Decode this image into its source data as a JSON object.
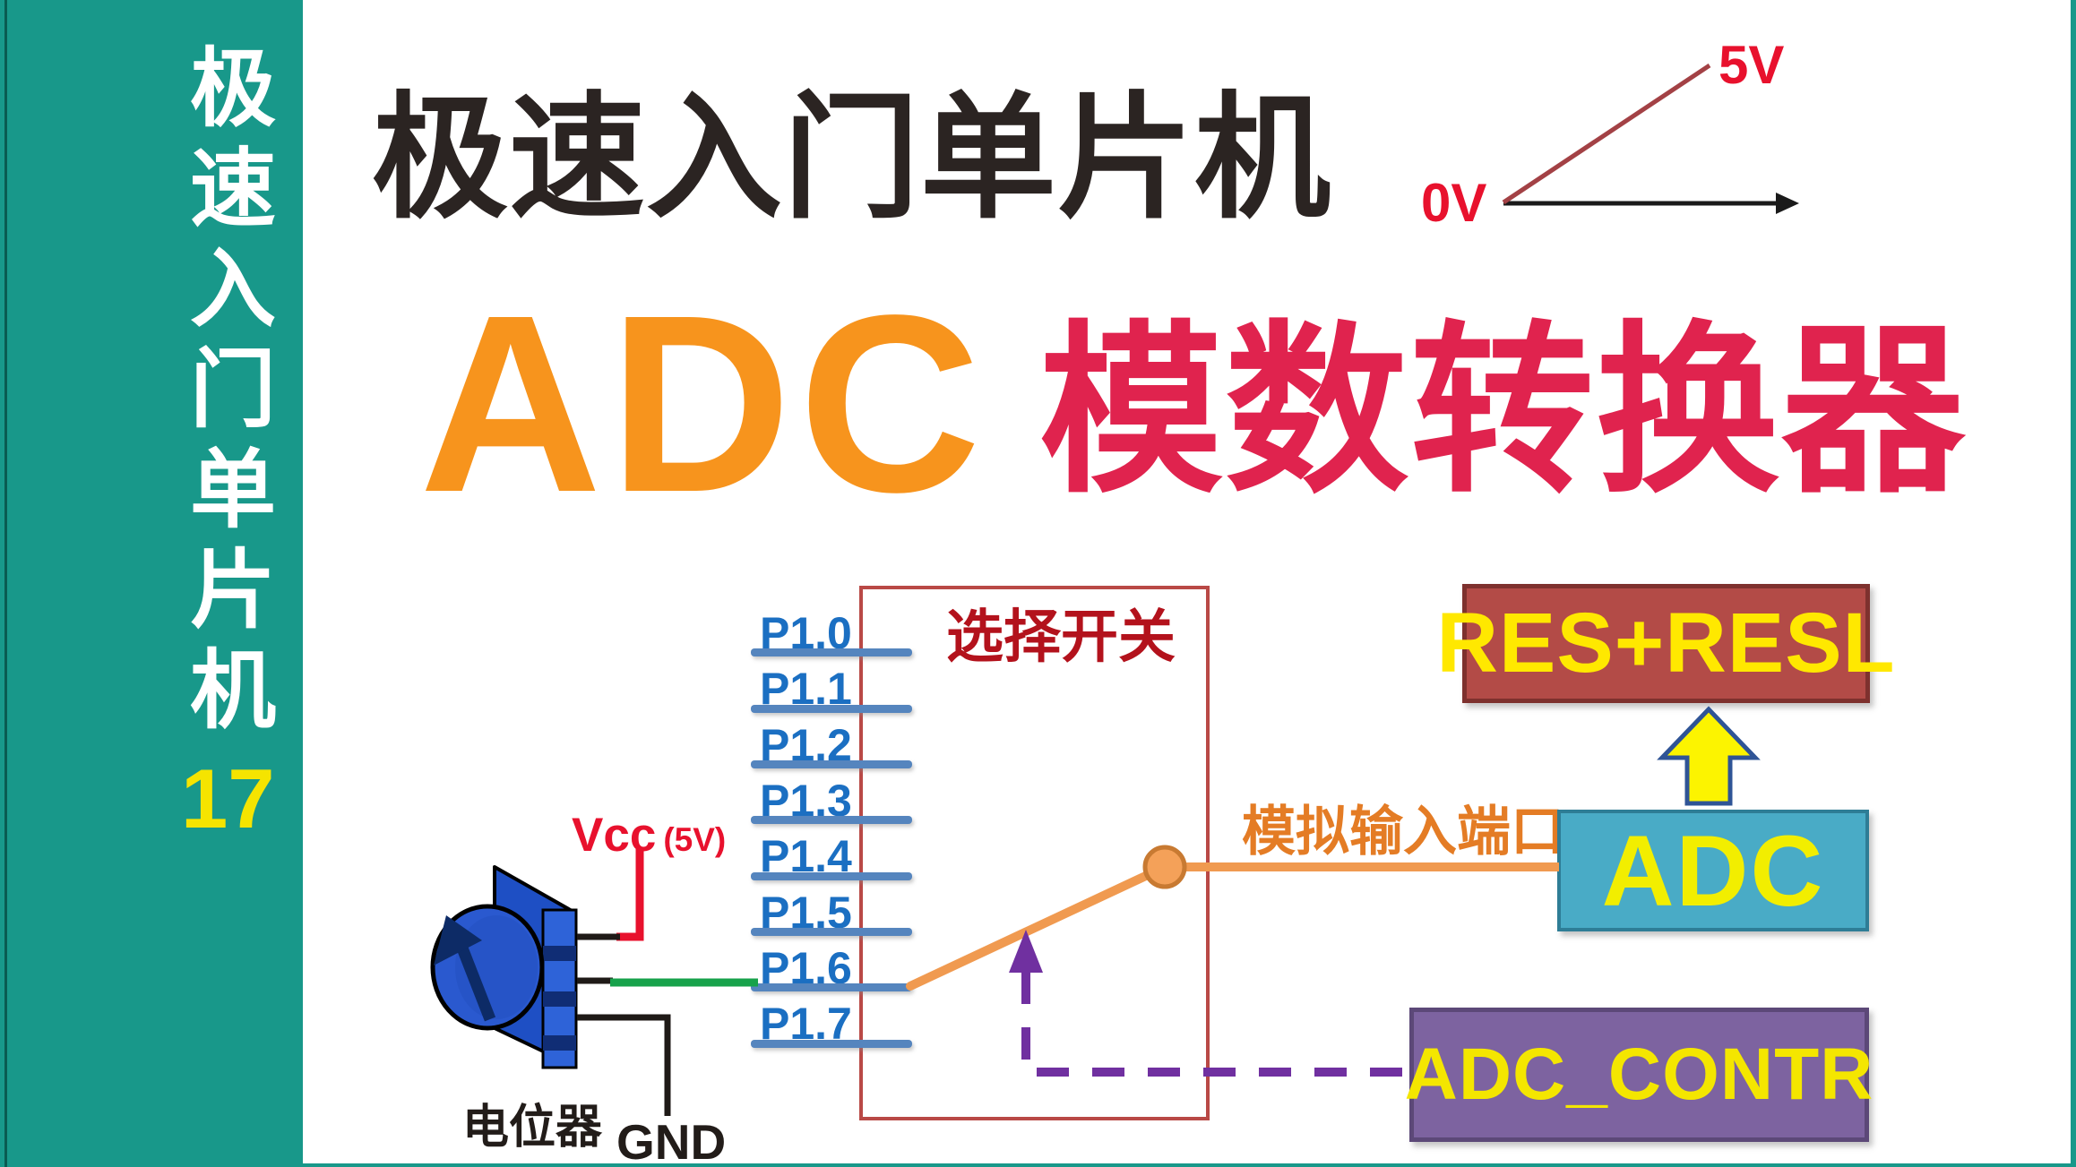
{
  "sidebar": {
    "vertical_title": "极速入门单片机",
    "chars": [
      "极",
      "速",
      "入",
      "门",
      "单",
      "片",
      "机"
    ],
    "episode": "17"
  },
  "header": {
    "course_title": "极速入门单片机",
    "main_title_en": "ADC",
    "main_title_zh": "模数转换器"
  },
  "voltage_chart": {
    "type": "line",
    "min_label": "0V",
    "max_label": "5V",
    "description": "analog voltage ramp from 0V to 5V"
  },
  "diagram": {
    "switch_label": "选择开关",
    "pins": [
      "P1.0",
      "P1.1",
      "P1.2",
      "P1.3",
      "P1.4",
      "P1.5",
      "P1.6",
      "P1.7"
    ],
    "selected_pin": "P1.6",
    "analog_input_label": "模拟输入端口",
    "vcc_label": "Vcc",
    "vcc_paren": "(5V)",
    "pot_label": "电位器",
    "gnd_label": "GND"
  },
  "blocks": {
    "result": "RES+RESL",
    "adc": "ADC",
    "control": "ADC_CONTR"
  },
  "colors": {
    "sidebar_teal": "#18988A",
    "episode_yellow": "#F5E400",
    "title_black": "#2B2422",
    "adc_orange": "#F7941D",
    "subtitle_red": "#E0234E",
    "voltage_red": "#E8112D",
    "pin_blue": "#1B6FC2",
    "pin_line_blue": "#5585BE",
    "switch_box_red": "#B94946",
    "switch_label_red": "#B3121C",
    "switch_orange": "#F09A50",
    "analog_orange": "#E47C25",
    "result_box_fill": "#B34B47",
    "adc_box_fill": "#49ABC6",
    "control_box_fill": "#7D63A0",
    "box_text_yellow": "#FFE800",
    "arrow_yellow": "#FCF400",
    "dash_purple": "#7030A0",
    "wire_green": "#17A24B",
    "pot_blue": "#2A59CF"
  }
}
